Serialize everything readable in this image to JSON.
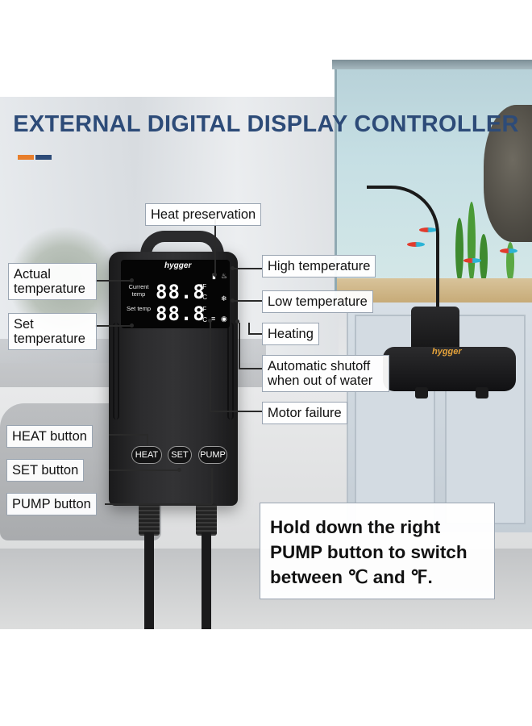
{
  "title": "EXTERNAL DIGITAL DISPLAY CONTROLLER",
  "colors": {
    "title": "#2d4b78",
    "accent_orange": "#e87e2b",
    "accent_blue": "#2d4b78"
  },
  "controller": {
    "brand": "hygger",
    "screen": {
      "current_label": "Current temp",
      "set_label": "Set temp",
      "current_digits": "88.8",
      "set_digits": "88.8",
      "unit_f": "°F",
      "unit_c": "°C"
    },
    "buttons": {
      "heat": "HEAT",
      "set": "SET",
      "pump": "PUMP"
    }
  },
  "heater_brand": "hygger",
  "callouts": {
    "heat_preservation": "Heat preservation",
    "actual_temperature": "Actual temperature",
    "set_temperature": "Set temperature",
    "high_temperature": "High temperature",
    "low_temperature": "Low temperature",
    "heating": "Heating",
    "auto_shutoff": "Automatic shutoff when out of water",
    "motor_failure": "Motor failure",
    "heat_button": "HEAT button",
    "set_button": "SET button",
    "pump_button": "PUMP button"
  },
  "note": "Hold down the right PUMP button to switch between ℃ and ℉."
}
